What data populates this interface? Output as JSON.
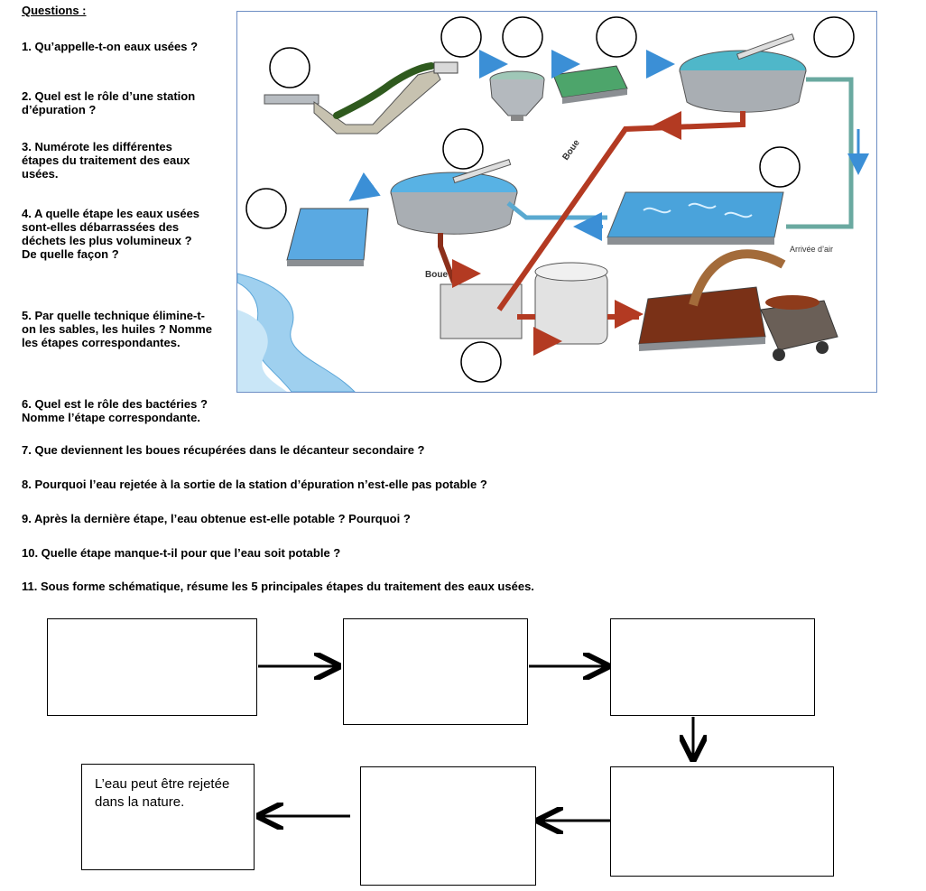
{
  "heading": "Questions :",
  "questions": [
    "1. Qu’appelle-t-on eaux usées ?",
    "2. Quel est le rôle d’une station d’épuration ?",
    "3. Numérote les différentes étapes du traitement des eaux usées.",
    "4. A quelle étape les eaux usées sont-elles débarrassées des déchets les plus volumineux ? De quelle façon ?",
    "5. Par quelle technique élimine-t-on les sables, les huiles ? Nomme les étapes correspondantes.",
    "6. Quel est le rôle des bactéries ? Nomme l’étape correspondante.",
    "7. Que deviennent les boues récupérées dans le décanteur secondaire ?",
    "8. Pourquoi l’eau rejetée à la sortie de la station d’épuration n’est-elle pas potable ?",
    "9. Après la dernière étape, l’eau obtenue est-elle potable ? Pourquoi ?",
    "10. Quelle étape manque-t-il pour que l’eau soit potable ?",
    "11. Sous forme schématique, résume les 5 principales étapes du traitement des eaux usées."
  ],
  "figure": {
    "label_boue_1": "Boue",
    "label_boue_2": "Boue",
    "label_air": "Arrivée d’air",
    "colors": {
      "water": "#3b8fd6",
      "sludge": "#b33a22",
      "pipe_green": "#6aa9a0",
      "tank": "#9aa0a6"
    }
  },
  "schema": {
    "final_box_text": "L’eau peut être rejetée dans la nature."
  }
}
